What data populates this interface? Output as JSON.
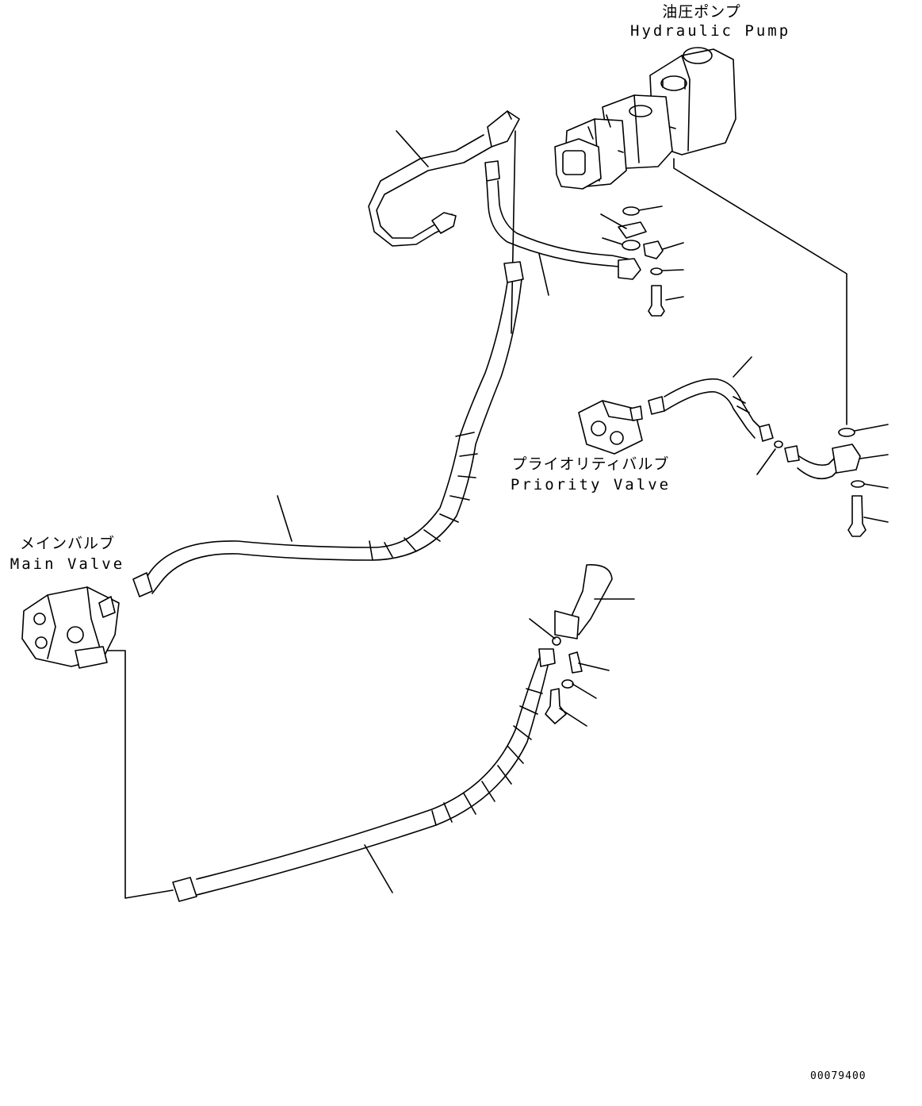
{
  "components": {
    "hydraulic_pump": {
      "label_jp": "油圧ポンプ",
      "label_en": "Hydraulic Pump"
    },
    "main_valve": {
      "label_jp": "メインバルブ",
      "label_en": "Main Valve"
    },
    "priority_valve": {
      "label_jp": "プライオリティバルブ",
      "label_en": "Priority Valve"
    }
  },
  "document_number": "00079400",
  "colors": {
    "line": "#000000",
    "background": "#ffffff"
  }
}
